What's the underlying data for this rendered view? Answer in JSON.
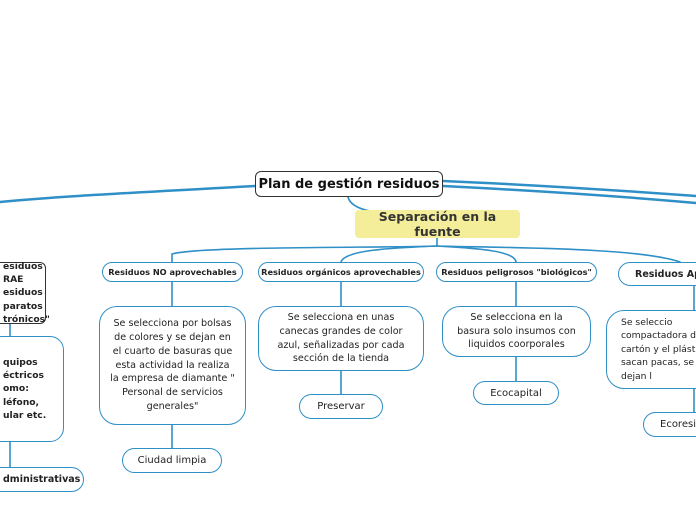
{
  "root": "Plan de gestión residuos",
  "separation": "Separación en la fuente",
  "left": {
    "raee": [
      "esiduos",
      "RAE",
      "esiduos",
      "paratos",
      "trónicos\""
    ],
    "equipos": [
      "quipos",
      "éctricos",
      "omo:",
      "léfono,",
      "ular etc."
    ],
    "admin": "dministrativas"
  },
  "categories": {
    "no_aprovechables": {
      "title": "Residuos NO aprovechables",
      "description": "Se selecciona por bolsas de colores y se dejan en el cuarto de basuras que esta actividad la realiza la empresa de diamante \" Personal de servicios generales\"",
      "leaf": "Ciudad limpia"
    },
    "organicos": {
      "title": "Residuos orgánicos aprovechables",
      "description": "Se selecciona en unas canecas grandes de color azul, señalizadas por cada sección de la tienda",
      "leaf": "Preservar"
    },
    "peligrosos": {
      "title": "Residuos peligrosos \"biológicos\"",
      "description": "Se selecciona en la basura solo insumos con liquidos coorporales",
      "leaf": "Ecocapital"
    },
    "aprovechables": {
      "title": "Residuos Apr",
      "description": "Se seleccio compactadora d cartón y el plást sacan pacas, se dejan l",
      "leaf": "Ecoresi"
    }
  },
  "colors": {
    "link": "#2f8fc7",
    "separation_fill": "#f4ee9a",
    "root_border": "#333333"
  }
}
